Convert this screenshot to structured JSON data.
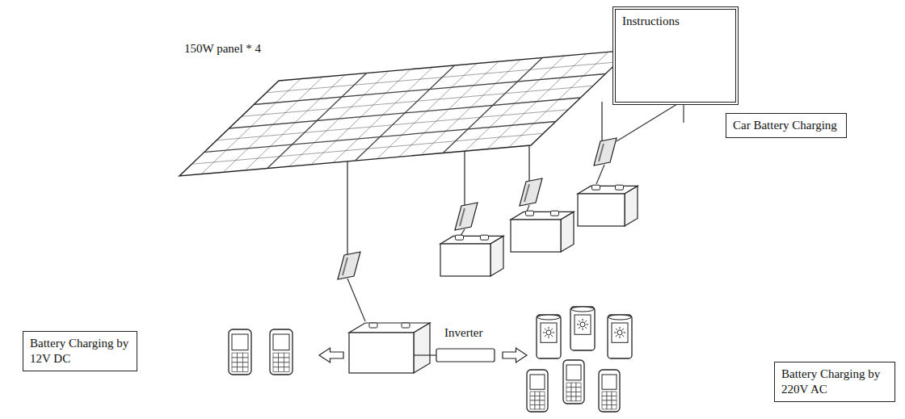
{
  "diagram": {
    "nodes": [
      {
        "text": [
          "Instructions"
        ]
      },
      {
        "text": [
          "Car Battery Charging"
        ]
      },
      {
        "text": [
          "Battery Charging by 12V DC"
        ]
      },
      {
        "text": [
          "Battery Charging by 220V AC"
        ]
      }
    ],
    "labels": [
      "150W panel * 4",
      "Inverter"
    ]
  }
}
